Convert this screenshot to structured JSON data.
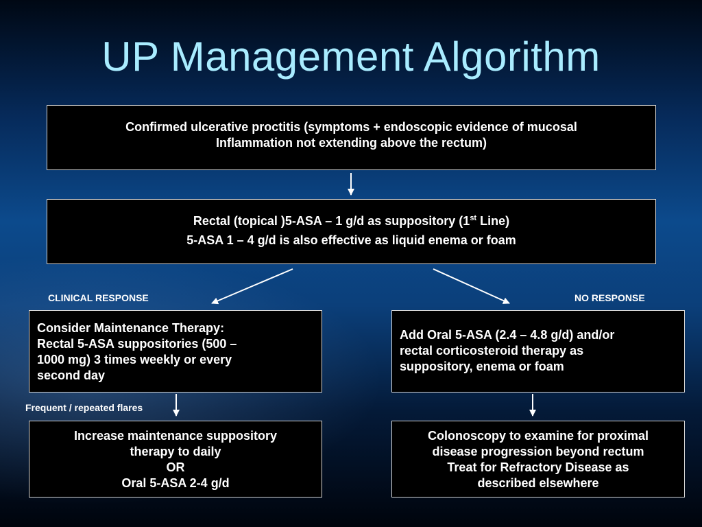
{
  "title": "UP Management Algorithm",
  "boxes": {
    "confirmed": {
      "line1": "Confirmed ulcerative proctitis (symptoms + endoscopic evidence of mucosal",
      "line2": "Inflammation not extending above the rectum)"
    },
    "first_line": {
      "line1_a": "Rectal (topical )5-ASA – 1 g/d as suppository (1",
      "line1_sup": "st",
      "line1_b": " Line)",
      "line2": "5-ASA 1 – 4 g/d is also effective as liquid enema or foam"
    },
    "maintenance": {
      "line1": "Consider Maintenance Therapy:",
      "line2": "Rectal 5-ASA suppositories (500 –",
      "line3": "1000 mg) 3 times weekly or every",
      "line4": "second day"
    },
    "add_oral": {
      "line1": "Add Oral 5-ASA (2.4 – 4.8 g/d) and/or",
      "line2": "rectal corticosteroid therapy as",
      "line3": "suppository, enema or foam"
    },
    "increase": {
      "line1": "Increase maintenance suppository",
      "line2": "therapy to daily",
      "line3": "OR",
      "line4": "Oral 5-ASA 2-4 g/d"
    },
    "colonoscopy": {
      "line1": "Colonoscopy to examine for proximal",
      "line2": "disease progression beyond rectum",
      "line3": "Treat for Refractory Disease as",
      "line4": "described elsewhere"
    }
  },
  "labels": {
    "clinical_response": "CLINICAL RESPONSE",
    "no_response": "NO RESPONSE",
    "frequent_flares": "Frequent / repeated flares"
  },
  "colors": {
    "title": "#a9ecff",
    "box_background": "#000000",
    "box_border": "#d8d8d8",
    "text": "#ffffff"
  }
}
